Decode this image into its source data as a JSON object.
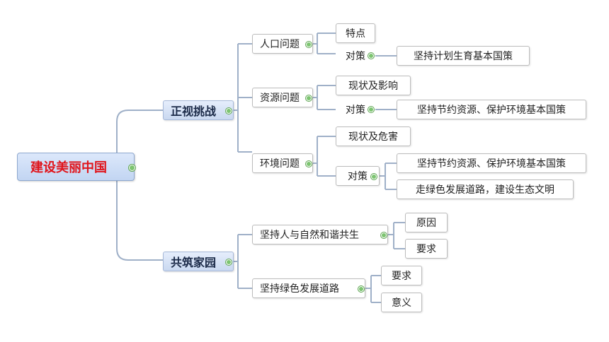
{
  "root": {
    "label": "建设美丽中国"
  },
  "branches": {
    "face_challenges": {
      "label": "正视挑战",
      "population": {
        "label": "人口问题",
        "features": "特点",
        "measures": "对策",
        "measure_1": "坚持计划生育基本国策"
      },
      "resources": {
        "label": "资源问题",
        "status": "现状及影响",
        "measures": "对策",
        "measure_1": "坚持节约资源、保护环境基本国策"
      },
      "environment": {
        "label": "环境问题",
        "status": "现状及危害",
        "measures": "对策",
        "measure_1": "坚持节约资源、保护环境基本国策",
        "measure_2": "走绿色发展道路，建设生态文明"
      }
    },
    "build_home": {
      "label": "共筑家园",
      "harmony": {
        "label": "坚持人与自然和谐共生",
        "reason": "原因",
        "requirement": "要求"
      },
      "green": {
        "label": "坚持绿色发展道路",
        "requirement": "要求",
        "significance": "意义"
      }
    }
  },
  "colors": {
    "root_text": "#e0141b",
    "connector": "#9fb0c8",
    "expand_dot": "#7cc470"
  }
}
